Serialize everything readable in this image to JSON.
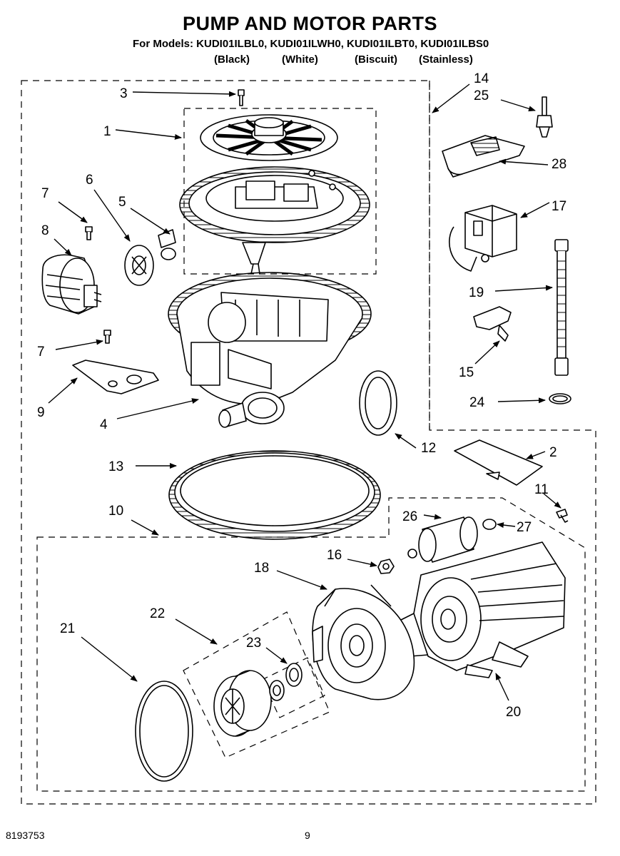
{
  "header": {
    "title": "PUMP AND MOTOR PARTS",
    "models_line": "For Models: KUDI01ILBL0, KUDI01ILWH0, KUDI01ILBT0, KUDI01ILBS0",
    "variants": [
      "(Black)",
      "(White)",
      "(Biscuit)",
      "(Stainless)"
    ]
  },
  "callouts": [
    "1",
    "2",
    "3",
    "4",
    "5",
    "6",
    "7",
    "7",
    "8",
    "9",
    "10",
    "11",
    "12",
    "13",
    "14",
    "25",
    "28",
    "17",
    "19",
    "15",
    "24",
    "16",
    "18",
    "26",
    "27",
    "22",
    "23",
    "21",
    "20"
  ],
  "footer": {
    "doc_number": "8193753",
    "page_number": "9"
  }
}
